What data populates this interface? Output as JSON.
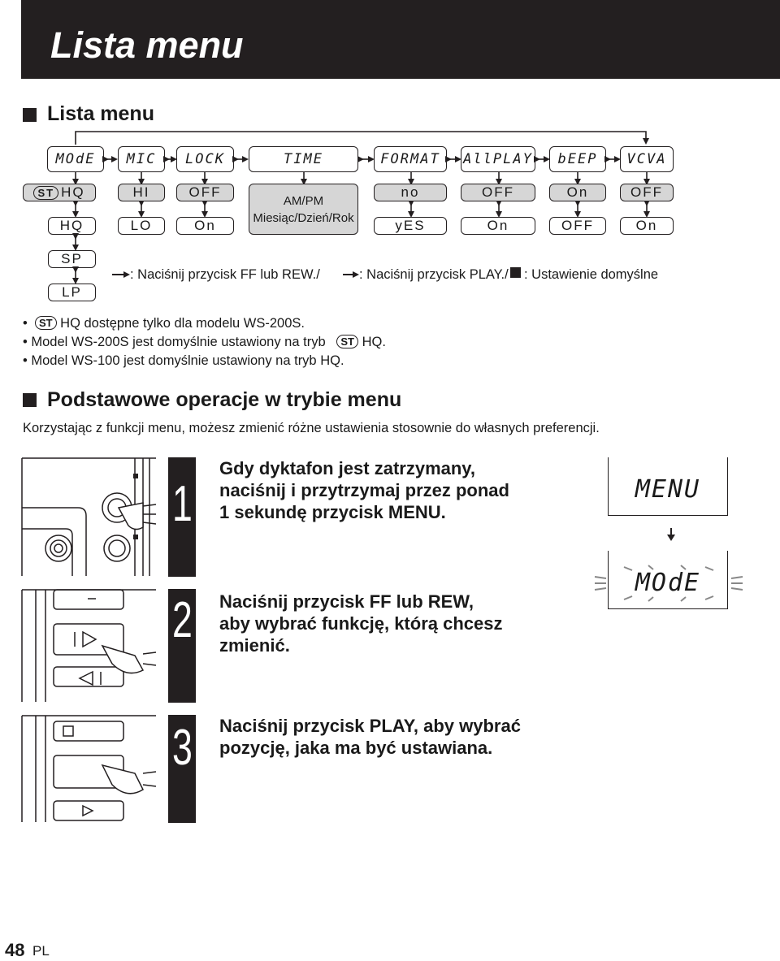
{
  "banner_title": "Lista menu",
  "section1": {
    "heading": "Lista menu",
    "menu_lcd": [
      "MOdE",
      "MIC",
      "LOCK",
      "TIME",
      "FORMAT",
      "AllPLAY",
      "bEEP",
      "VCVA"
    ],
    "col_mode": {
      "st_mark": "ST",
      "top": "HQ",
      "v2": "HQ",
      "v3": "SP",
      "v4": "LP"
    },
    "col_mic": {
      "top": "HI",
      "bottom": "LO"
    },
    "col_lock": {
      "top": "OFF",
      "bottom": "On"
    },
    "col_time": {
      "line1": "AM/PM",
      "line2": "Miesiąc/Dzień/Rok"
    },
    "col_format": {
      "top": "no",
      "bottom": "yES"
    },
    "col_allplay": {
      "top": "OFF",
      "bottom": "On"
    },
    "col_beep": {
      "top": "On",
      "bottom": "OFF"
    },
    "col_vcva": {
      "top": "OFF",
      "bottom": "On"
    },
    "legend": {
      "part1": ": Naciśnij przycisk FF lub REW./",
      "part2": ": Naciśnij przycisk PLAY./",
      "part3": ": Ustawienie domyślne"
    },
    "notes": {
      "note1": "HQ dostępne tylko dla modelu WS-200S.",
      "note2_pre": "Model WS-200S jest domyślnie ustawiony na tryb",
      "note2_post": "HQ.",
      "note3": "Model WS-100 jest domyślnie ustawiony na tryb HQ."
    }
  },
  "section2": {
    "heading": "Podstawowe operacje w trybie menu",
    "intro": "Korzystając z funkcji menu, możesz zmienić różne ustawienia stosownie do własnych preferencji.",
    "steps": [
      {
        "number": "1",
        "lines": [
          "Gdy dyktafon jest zatrzymany,",
          "naciśnij i przytrzymaj przez ponad",
          "1 sekundę przycisk MENU."
        ]
      },
      {
        "number": "2",
        "lines": [
          "Naciśnij przycisk FF lub REW,",
          "aby wybrać funkcję, którą chcesz",
          "zmienić."
        ]
      },
      {
        "number": "3",
        "lines": [
          "Naciśnij przycisk PLAY, aby wybrać",
          "pozycję, jaka ma być ustawiana."
        ]
      }
    ],
    "lcd1": "MENU",
    "lcd2": "MOdE"
  },
  "footer": {
    "page_number": "48",
    "lang": "PL"
  },
  "colors": {
    "dark": "#231f20",
    "default_fill": "#d6d6d6"
  }
}
